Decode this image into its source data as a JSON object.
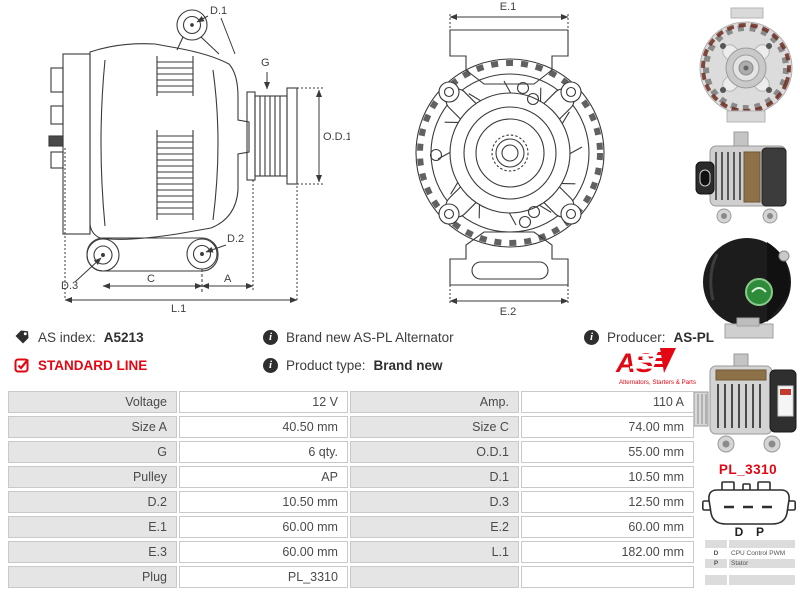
{
  "colors": {
    "accent_red": "#e30613",
    "line": "#3a3a3a",
    "table_label_bg": "#e5e5e5",
    "table_border": "#c9c9c9",
    "text": "#3f3f3f"
  },
  "left_diagram": {
    "labels": {
      "d1": "D.1",
      "g": "G",
      "od1": "O.D.1",
      "d2": "D.2",
      "d3": "D.3",
      "c": "C",
      "a": "A",
      "l1": "L.1"
    }
  },
  "front_diagram": {
    "labels": {
      "e1": "E.1",
      "e2": "E.2"
    }
  },
  "photos": [
    {
      "name": "alternator-front-view-photo"
    },
    {
      "name": "alternator-side-view-photo"
    },
    {
      "name": "alternator-rear-view-photo"
    },
    {
      "name": "alternator-side-view-2-photo"
    }
  ],
  "info": {
    "as_index_label": "AS index:",
    "as_index_value": "A5213",
    "standard_line": "STANDARD LINE",
    "description": "Brand new AS-PL Alternator",
    "product_type_label": "Product type:",
    "product_type_value": "Brand new",
    "producer_label": "Producer:",
    "producer_value": "AS-PL",
    "logo_text": "AS",
    "logo_caption": "Alternators, Starters & Parts"
  },
  "specs": {
    "rows": [
      {
        "l1": "Voltage",
        "v1": "12 V",
        "l2": "Amp.",
        "v2": "110 A"
      },
      {
        "l1": "Size A",
        "v1": "40.50 mm",
        "l2": "Size C",
        "v2": "74.00 mm"
      },
      {
        "l1": "G",
        "v1": "6 qty.",
        "l2": "O.D.1",
        "v2": "55.00 mm"
      },
      {
        "l1": "Pulley",
        "v1": "AP",
        "l2": "D.1",
        "v2": "10.50 mm"
      },
      {
        "l1": "D.2",
        "v1": "10.50 mm",
        "l2": "D.3",
        "v2": "12.50 mm"
      },
      {
        "l1": "E.1",
        "v1": "60.00 mm",
        "l2": "E.2",
        "v2": "60.00 mm"
      },
      {
        "l1": "E.3",
        "v1": "60.00 mm",
        "l2": "L.1",
        "v2": "182.00 mm"
      },
      {
        "l1": "Plug",
        "v1": "PL_3310",
        "l2": "",
        "v2": ""
      }
    ]
  },
  "plug": {
    "code": "PL_3310",
    "pin_left": "D",
    "pin_right": "P",
    "legend": [
      {
        "pin": "D",
        "desc": "CPU Control PWM"
      },
      {
        "pin": "P",
        "desc": "Stator"
      }
    ]
  }
}
